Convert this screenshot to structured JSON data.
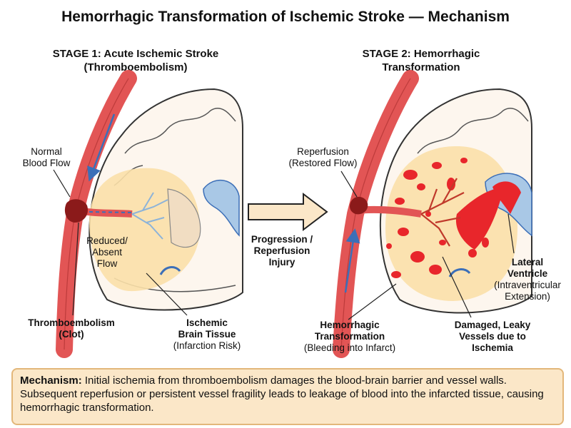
{
  "title": "Hemorrhagic Transformation of Ischemic Stroke — Mechanism",
  "stage1": {
    "title_line1": "STAGE 1: Acute Ischemic Stroke",
    "title_line2": "(Thromboembolism)",
    "normal_flow_line1": "Normal",
    "normal_flow_line2": "Blood Flow",
    "reduced_line1": "Reduced/",
    "reduced_line2": "Absent",
    "reduced_line3": "Flow",
    "clot_line1": "Thromboembolism",
    "clot_line2": "(Clot)",
    "ischemic_line1": "Ischemic",
    "ischemic_line2": "Brain Tissue",
    "ischemic_line3": "(Infarction Risk)"
  },
  "arrow": {
    "line1": "Progression /",
    "line2": "Reperfusion",
    "line3": "Injury"
  },
  "stage2": {
    "title_line1": "STAGE 2: Hemorrhagic",
    "title_line2": "Transformation",
    "reperfusion_line1": "Reperfusion",
    "reperfusion_line2": "(Restored Flow)",
    "ventricle_line1": "Lateral",
    "ventricle_line2": "Ventricle",
    "ventricle_line3": "(Intraventricular",
    "ventricle_line4": "Extension)",
    "hemorrhagic_line1": "Hemorrhagic",
    "hemorrhagic_line2": "Transformation",
    "hemorrhagic_line3": "(Bleeding into Infarct)",
    "leaky_line1": "Damaged, Leaky",
    "leaky_line2": "Vessels due to",
    "leaky_line3": "Ischemia"
  },
  "mechanism": {
    "label": "Mechanism:",
    "text": "Initial ischemia from thromboembolism damages the blood-brain barrier and vessel walls. Subsequent reperfusion or persistent vessel fragility leads to leakage of blood into the infarcted tissue, causing hemorrhagic transformation."
  },
  "colors": {
    "artery": "#e25555",
    "clot": "#8b1a1a",
    "ischemic": "#fbe0a8",
    "hemorrhage": "#e8262b",
    "ventricle": "#a9c8e6",
    "box_fill": "#fbe7c8",
    "box_border": "#e3b77a"
  }
}
